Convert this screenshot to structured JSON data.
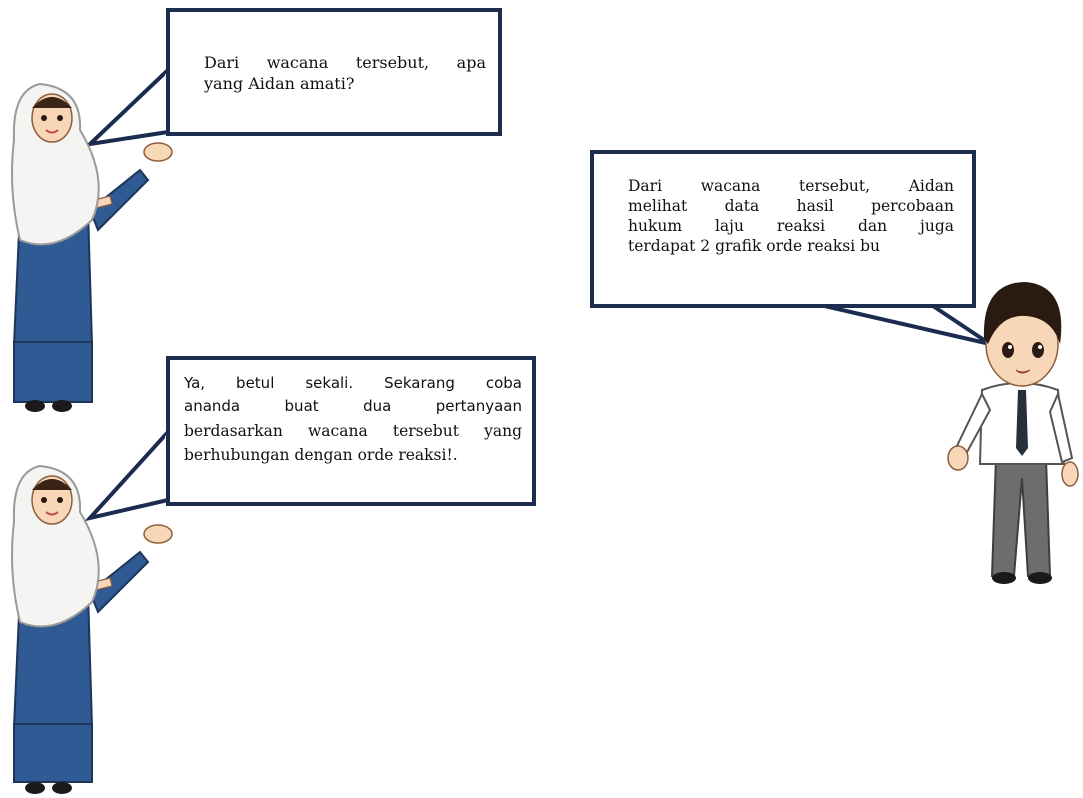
{
  "bubbles": {
    "teacher_top": {
      "lines": [
        "Dari wacana tersebut, apa",
        "yang Aidan amati?"
      ]
    },
    "teacher_bottom": {
      "lines": [
        "Ya, betul sekali. Sekarang coba",
        "ananda buat dua pertanyaan",
        "berdasarkan wacana tersebut yang",
        "berhubungan dengan orde reaksi!."
      ]
    },
    "student_right": {
      "lines": [
        "Dari wacana tersebut, Aidan",
        "melihat data hasil percobaan",
        "hukum laju reaksi dan juga",
        "terdapat 2 grafik orde reaksi bu"
      ]
    }
  },
  "colors": {
    "bubble_border": "#1b2c4e",
    "hijab": "#f4f4f2",
    "robe": "#2f5a93",
    "shirt": "#ffffff",
    "trousers": "#6d6d6d",
    "tie": "#27303d",
    "hair": "#2b1a12",
    "skin": "#f7d7b8"
  }
}
